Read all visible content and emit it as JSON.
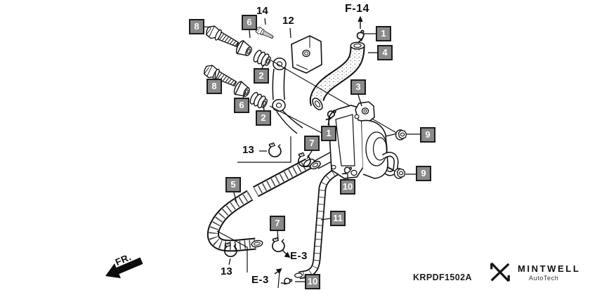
{
  "diagram": {
    "part_code": "KRPDF1502A",
    "fr_label": "FR.",
    "refs": {
      "f14": "F-14",
      "e3": "E-3"
    },
    "callouts": {
      "n1": "1",
      "n2": "2",
      "n3": "3",
      "n4": "4",
      "n5": "5",
      "n6": "6",
      "n7": "7",
      "n8": "8",
      "n9": "9",
      "n10": "10",
      "n11": "11",
      "n12": "12",
      "n13": "13",
      "n14": "14"
    }
  },
  "branding": {
    "name": "MINTWELL",
    "sub": "AutoTech"
  }
}
